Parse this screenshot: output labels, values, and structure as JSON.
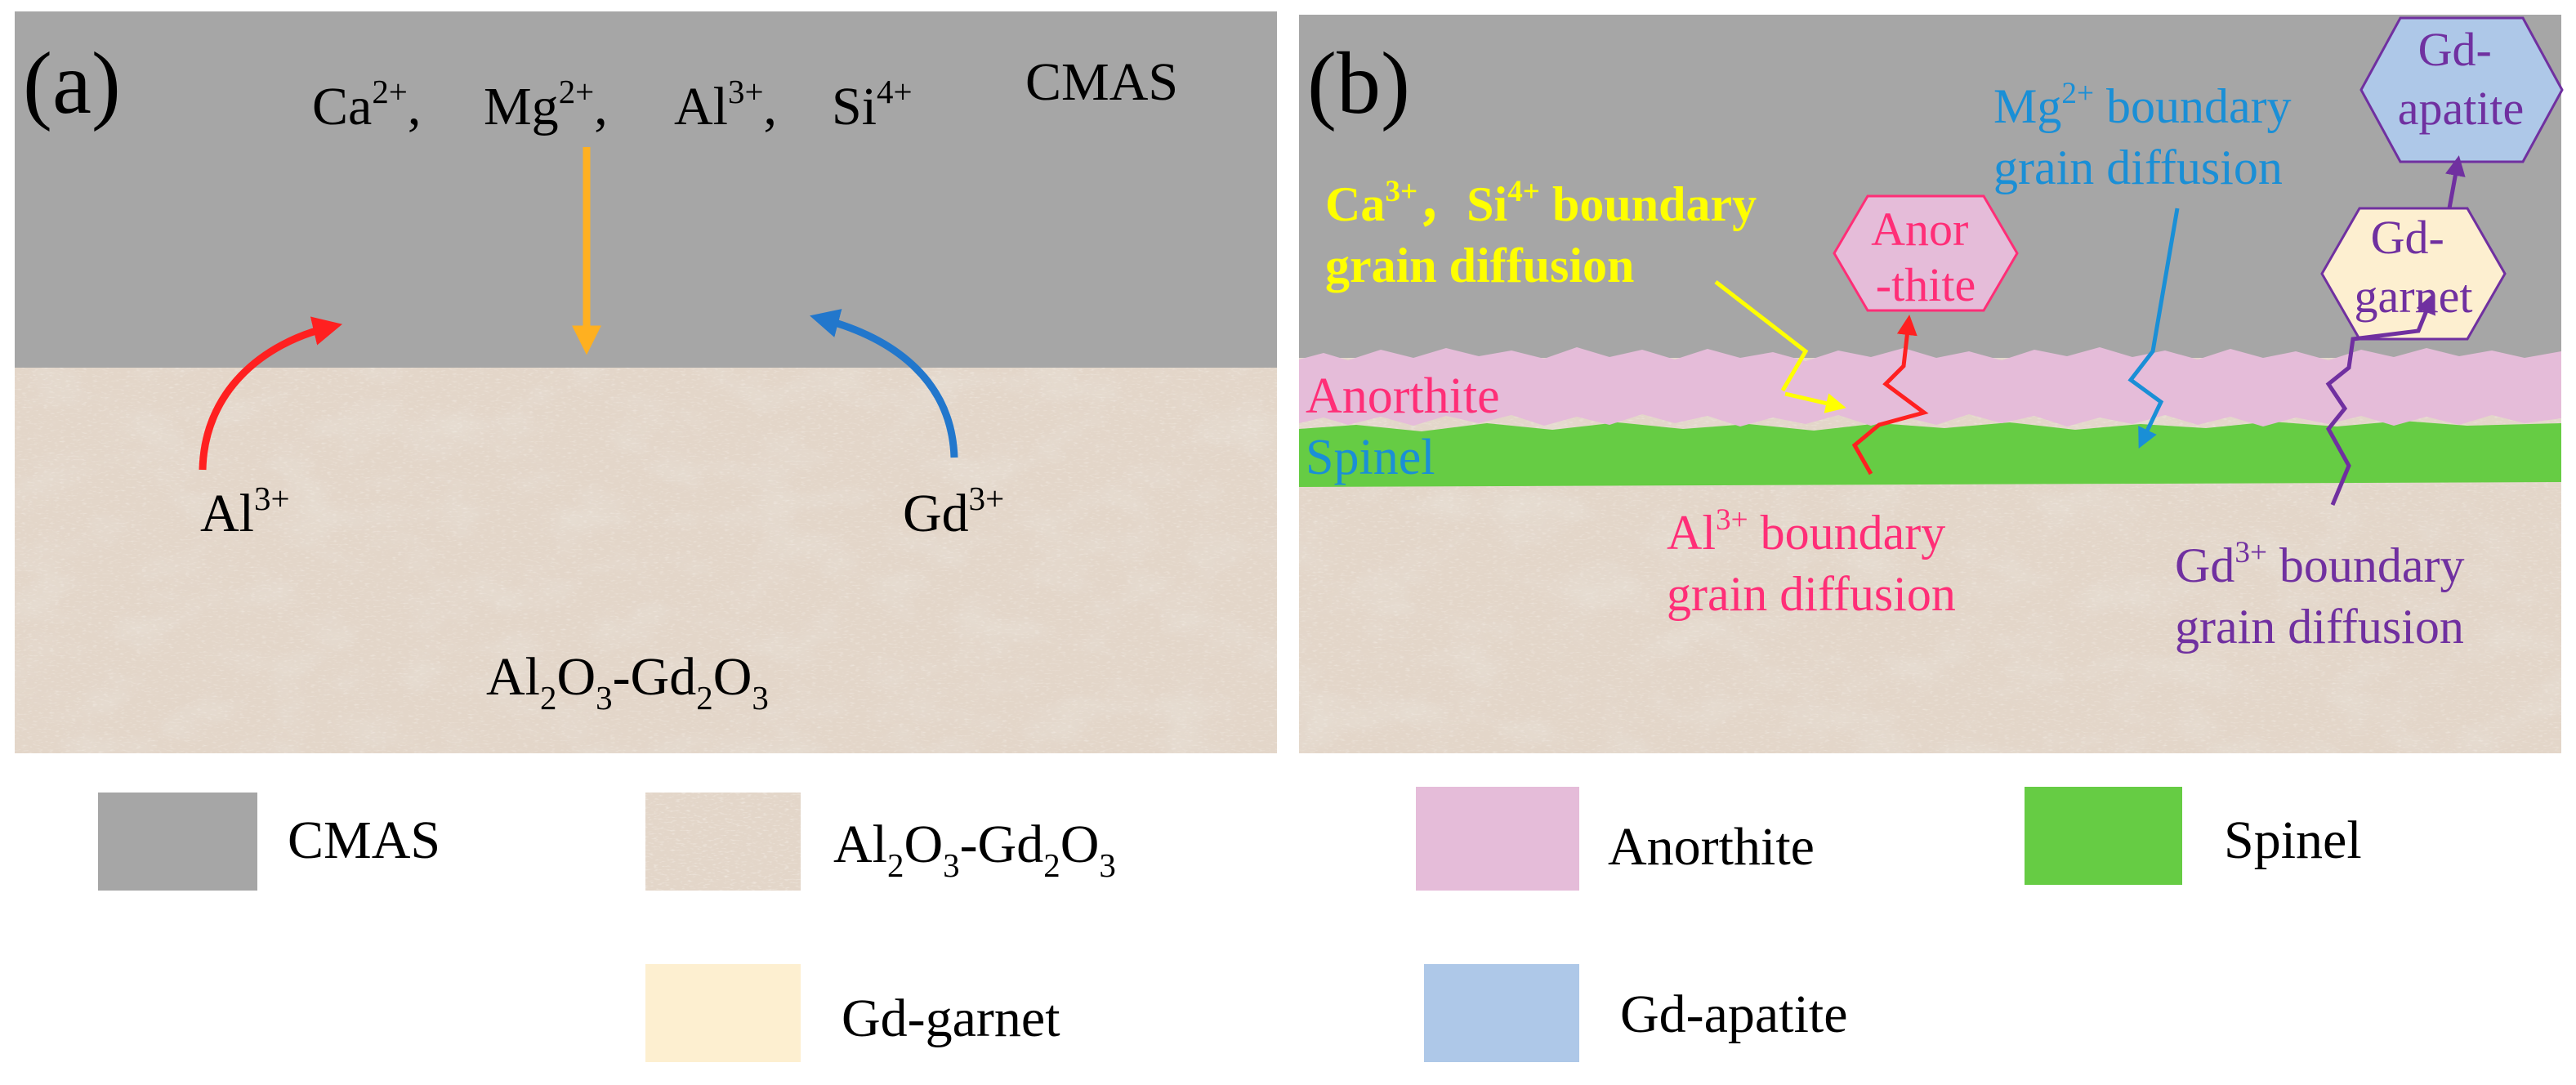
{
  "panel_a": {
    "label": "(a)",
    "cmas_label": "CMAS",
    "ions_top": [
      {
        "base": "Ca",
        "sup": "2+"
      },
      {
        "base": "Mg",
        "sup": "2+"
      },
      {
        "base": "Al",
        "sup": "3+"
      },
      {
        "base": "Si",
        "sup": "4+"
      }
    ],
    "ion_separator": ",",
    "al_ion": {
      "base": "Al",
      "sup": "3+"
    },
    "gd_ion": {
      "base": "Gd",
      "sup": "3+"
    },
    "substrate_label": {
      "p1": "Al",
      "s1": "2",
      "p2": "O",
      "s2": "3",
      "p3": "-Gd",
      "s3": "2",
      "p4": "O",
      "s4": "3"
    }
  },
  "panel_b": {
    "label": "(b)",
    "ca_si_label": {
      "ca": "Ca",
      "ca_sup": "3+",
      "sep": "，",
      "si": "Si",
      "si_sup": "4+",
      "line1_rest": " boundary",
      "line2": "grain diffusion"
    },
    "anorthite_hex": {
      "line1": "Anor",
      "line2": "-thite"
    },
    "mg_label": {
      "base": "Mg",
      "sup": "2+",
      "line1_rest": " boundary",
      "line2": "grain diffusion"
    },
    "gd_apatite_hex": {
      "line1": "Gd-",
      "line2": "apatite"
    },
    "gd_garnet_hex": {
      "line1": "Gd-",
      "line2": "garnet"
    },
    "anorthite_layer": "Anorthite",
    "spinel_layer": "Spinel",
    "al_label": {
      "base": "Al",
      "sup": "3+",
      "line1_rest": " boundary",
      "line2": "grain diffusion"
    },
    "gd_label": {
      "base": "Gd",
      "sup": "3+",
      "line1_rest": " boundary",
      "line2": "grain diffusion"
    }
  },
  "legend": {
    "cmas": "CMAS",
    "substrate": {
      "p1": "Al",
      "s1": "2",
      "p2": "O",
      "s2": "3",
      "p3": "-Gd",
      "s3": "2",
      "p4": "O",
      "s4": "3"
    },
    "anorthite": "Anorthite",
    "spinel": "Spinel",
    "gd_garnet": "Gd-garnet",
    "gd_apatite": "Gd-apatite"
  },
  "colors": {
    "cmas": "#a6a6a6",
    "substrate": "#e3d6c9",
    "anorthite": "#e5bcd9",
    "spinel": "#66cc44",
    "gd_garnet": "#fdefd0",
    "gd_apatite": "#aec8e8",
    "red": "#ff2020",
    "orange": "#ffb020",
    "blue": "#2277cc",
    "pink_text": "#ff2e77",
    "yellow_text": "#ffff00",
    "mg_blue": "#1a8fd6",
    "purple": "#7030a0",
    "spinel_text": "#1a8fd6"
  }
}
